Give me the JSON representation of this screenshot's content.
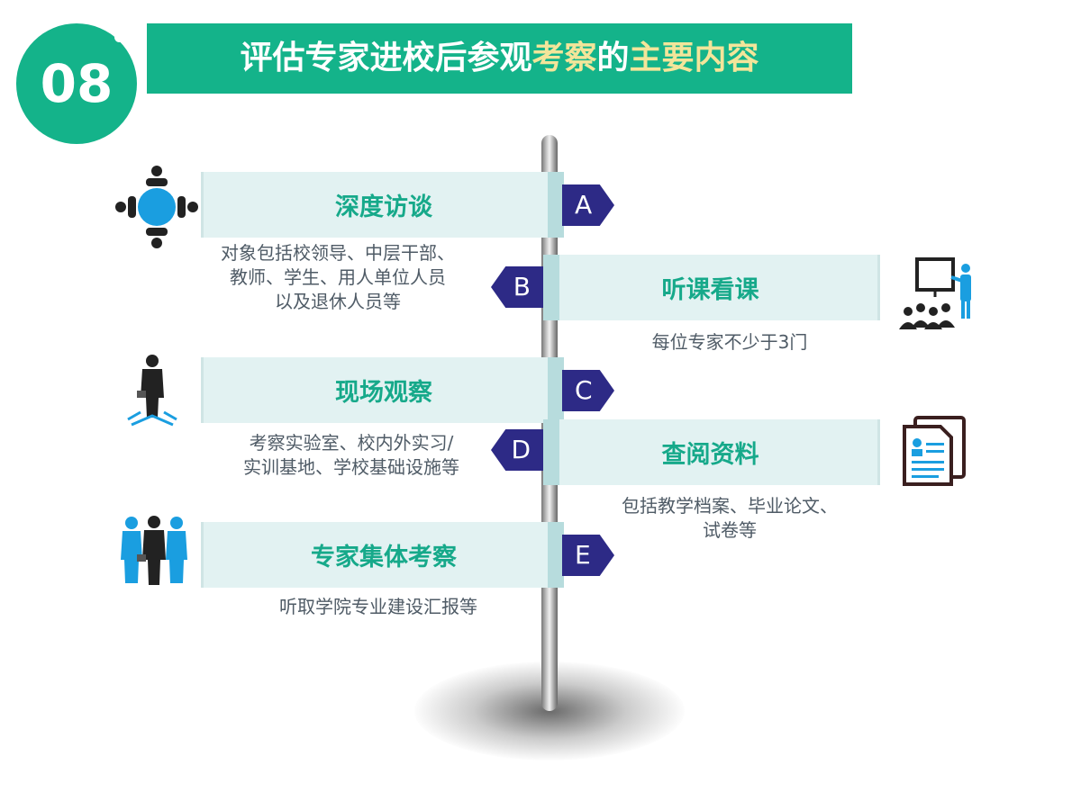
{
  "badge": {
    "number": "08"
  },
  "title": {
    "part1": "评估专家进校后参观",
    "highlight1": "考察",
    "part2": "的",
    "highlight2": "主要内容"
  },
  "items": [
    {
      "letter": "A",
      "label": "深度访谈",
      "desc_lines": [
        "对象包括校领导、中层干部、",
        "教师、学生、用人单位人员",
        "以及退休人员等"
      ],
      "icon": "meeting-table-icon"
    },
    {
      "letter": "B",
      "label": "听课看课",
      "desc_lines": [
        "每位专家不少于3门"
      ],
      "icon": "classroom-lecture-icon"
    },
    {
      "letter": "C",
      "label": "现场观察",
      "desc_lines": [
        "考察实验室、校内外实习/",
        "实训基地、学校基础设施等"
      ],
      "icon": "businessman-icon"
    },
    {
      "letter": "D",
      "label": "查阅资料",
      "desc_lines": [
        "包括教学档案、毕业论文、",
        "试卷等"
      ],
      "icon": "documents-icon"
    },
    {
      "letter": "E",
      "label": "专家集体考察",
      "desc_lines": [
        "听取学院专业建设汇报等"
      ],
      "icon": "group-people-icon"
    }
  ],
  "colors": {
    "primary": "#14b38a",
    "highlight": "#f3e59a",
    "arrow": "#2d2a86",
    "panel": "#e2f2f2",
    "label": "#16a98a"
  }
}
